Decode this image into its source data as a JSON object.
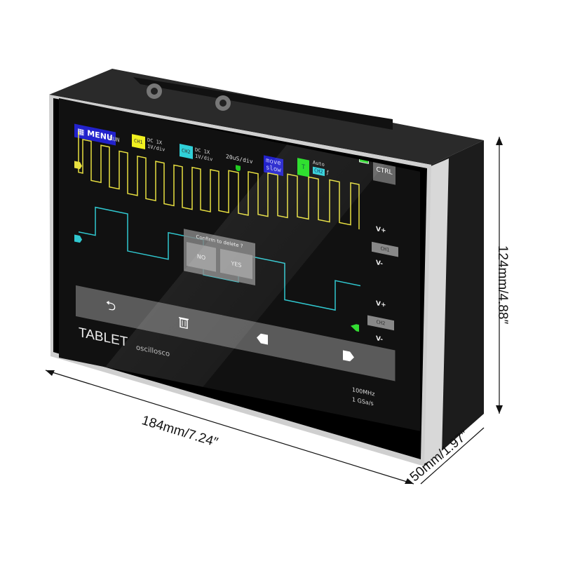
{
  "screen": {
    "menu_label": "MENU",
    "run_status": "RUN",
    "ch1": {
      "label": "CH1",
      "coupling": "DC  1X",
      "scale": "1V/div",
      "color": "#f0f020"
    },
    "ch2": {
      "label": "CH2",
      "coupling": "DC  1X",
      "scale": "1V/div",
      "color": "#30d0d8"
    },
    "timebase": "20uS/div",
    "move_label": "move",
    "speed_label": "slow",
    "trigger": {
      "label": "T",
      "mode": "Auto",
      "source": "CH2",
      "edge": "ƒ"
    },
    "ctrl_label": "CTRL",
    "side_labels": {
      "v_plus": "V+",
      "v_minus": "V-",
      "ch1": "CH1",
      "ch2": "CH2"
    },
    "dialog": {
      "title": "Confirm to delete ?",
      "no": "NO",
      "yes": "YES"
    },
    "bottom_bar": {
      "back_icon": "⮌",
      "trash_icon": "trash-icon",
      "left_icon": "left-arrow-icon",
      "right_icon": "right-arrow-icon"
    },
    "brand": "TABLET",
    "subtitle": "oscillosco",
    "bandwidth": "100MHz",
    "sample_rate": "1  GSa/s"
  },
  "dimensions": {
    "width": "184mm/7.24″",
    "height": "124mm/4.88″",
    "depth": "50mm/1.97″"
  }
}
